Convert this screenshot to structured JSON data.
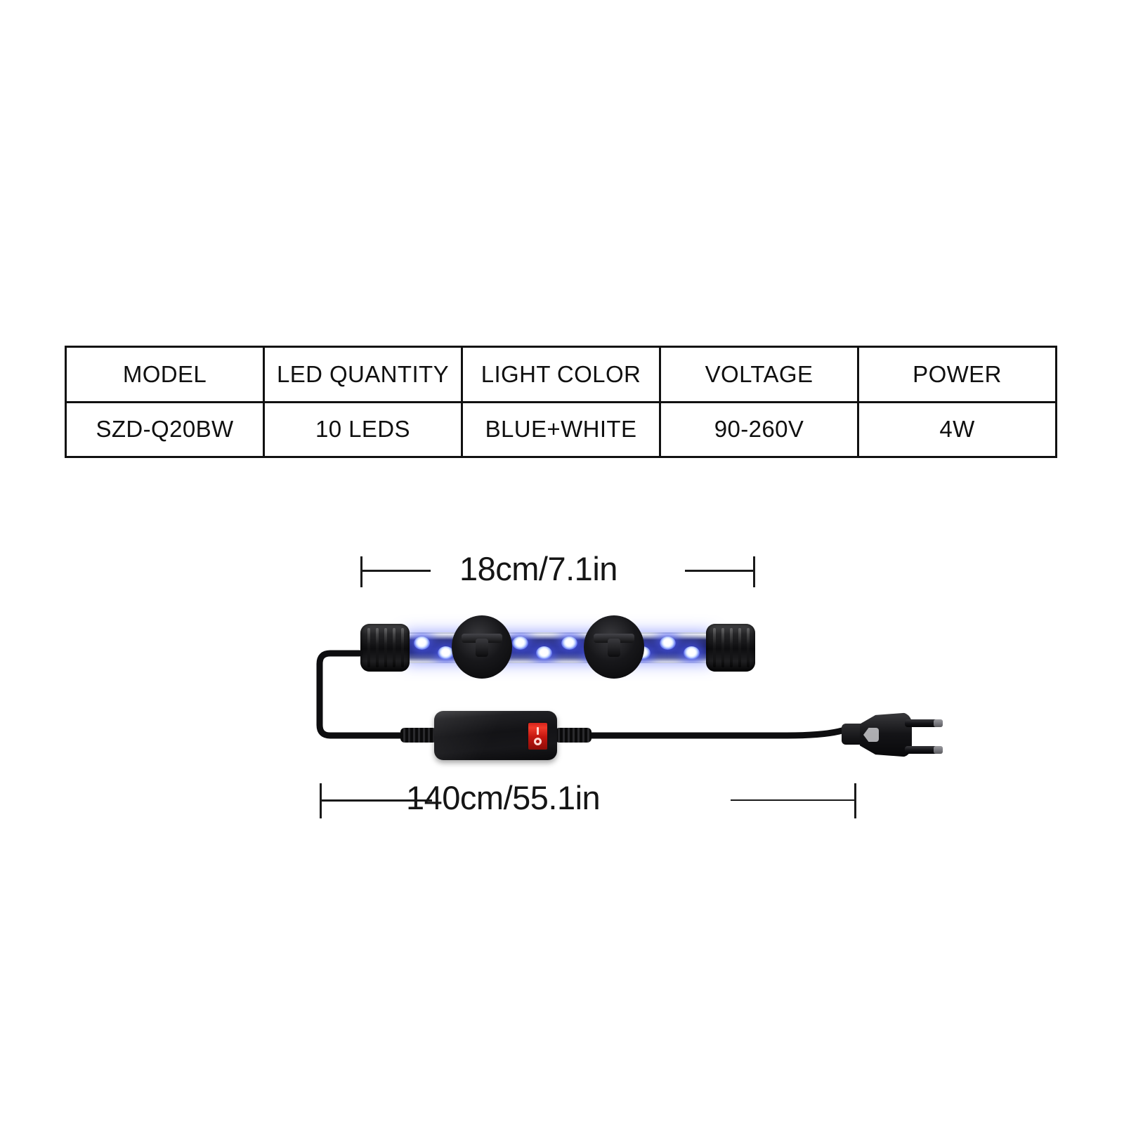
{
  "spec_table": {
    "headers": [
      "MODEL",
      "LED QUANTITY",
      "LIGHT COLOR",
      "VOLTAGE",
      "POWER"
    ],
    "rows": [
      [
        "SZD-Q20BW",
        "10 LEDS",
        "BLUE+WHITE",
        "90-260V",
        "4W"
      ]
    ]
  },
  "dimensions": {
    "light_length": "18cm/7.1in",
    "cable_length": "140cm/55.1in"
  },
  "product": {
    "name": "submersible-aquarium-led-light-bar",
    "led_count": 12,
    "led_rows": 2,
    "mount_count": 2,
    "endcap_count": 2,
    "switch": {
      "on_symbol": "I",
      "off_symbol": "O",
      "color": "#d5241c"
    },
    "plug_type": "europlug-2-pin",
    "colors": {
      "tube_glow": "#3c50ff",
      "led_white": "#ffffff",
      "led_blue": "#6d7ef5",
      "body_black": "#131316",
      "line": "#1a1a1a",
      "background": "#ffffff"
    }
  }
}
